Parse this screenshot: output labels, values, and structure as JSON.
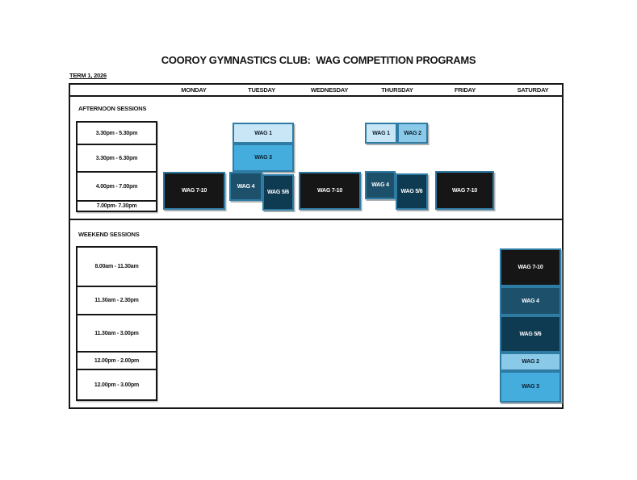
{
  "title": "COOROY GYMNASTICS CLUB:  WAG COMPETITION PROGRAMS",
  "term": "TERM 1, 2026",
  "days": [
    "MONDAY",
    "TUESDAY",
    "WEDNESDAY",
    "THURSDAY",
    "FRIDAY",
    "SATURDAY"
  ],
  "colors": {
    "box_border": "#2e7ba4",
    "table_border": "#161616"
  },
  "programs": {
    "wag1": {
      "label": "WAG 1",
      "bg": "#c9e6f6",
      "text": "#0d1f2b"
    },
    "wag2": {
      "label": "WAG 2",
      "bg": "#8bc9e9",
      "text": "#0d1f2b"
    },
    "wag3": {
      "label": "WAG 3",
      "bg": "#45acde",
      "text": "#0d1f2b"
    },
    "wag4": {
      "label": "WAG 4",
      "bg": "#1d506b",
      "text": "#ffffff"
    },
    "wag56": {
      "label": "WAG 5/6",
      "bg": "#0e3a52",
      "text": "#ffffff"
    },
    "wag710": {
      "label": "WAG 7-10",
      "bg": "#161616",
      "text": "#ffffff"
    }
  },
  "sections": {
    "afternoon": {
      "heading": "AFTERNOON SESSIONS",
      "time_slots": [
        "3.30pm - 5.30pm",
        "3.30pm - 6.30pm",
        "4.00pm - 7.00pm",
        "7.00pm- 7.30pm"
      ],
      "events": [
        {
          "id": "mon-wag710",
          "day": "MONDAY",
          "program": "wag710"
        },
        {
          "id": "tue-wag1",
          "day": "TUESDAY",
          "program": "wag1"
        },
        {
          "id": "tue-wag3",
          "day": "TUESDAY",
          "program": "wag3"
        },
        {
          "id": "tue-wag4",
          "day": "TUESDAY",
          "program": "wag4"
        },
        {
          "id": "tue-wag56",
          "day": "TUESDAY",
          "program": "wag56"
        },
        {
          "id": "wed-wag710",
          "day": "WEDNESDAY",
          "program": "wag710"
        },
        {
          "id": "thu-wag1",
          "day": "THURSDAY",
          "program": "wag1"
        },
        {
          "id": "thu-wag2",
          "day": "THURSDAY",
          "program": "wag2"
        },
        {
          "id": "thu-wag4",
          "day": "THURSDAY",
          "program": "wag4"
        },
        {
          "id": "thu-wag56",
          "day": "THURSDAY",
          "program": "wag56"
        },
        {
          "id": "fri-wag710",
          "day": "FRIDAY",
          "program": "wag710"
        }
      ]
    },
    "weekend": {
      "heading": "WEEKEND SESSIONS",
      "time_slots": [
        "8.00am - 11.30am",
        "11.30am - 2.30pm",
        "11.30am - 3.00pm",
        "12.00pm - 2.00pm",
        "12.00pm - 3.00pm"
      ],
      "events": [
        {
          "id": "sat-wag710",
          "day": "SATURDAY",
          "program": "wag710"
        },
        {
          "id": "sat-wag4",
          "day": "SATURDAY",
          "program": "wag4"
        },
        {
          "id": "sat-wag56",
          "day": "SATURDAY",
          "program": "wag56"
        },
        {
          "id": "sat-wag2",
          "day": "SATURDAY",
          "program": "wag2"
        },
        {
          "id": "sat-wag3",
          "day": "SATURDAY",
          "program": "wag3"
        }
      ]
    }
  }
}
